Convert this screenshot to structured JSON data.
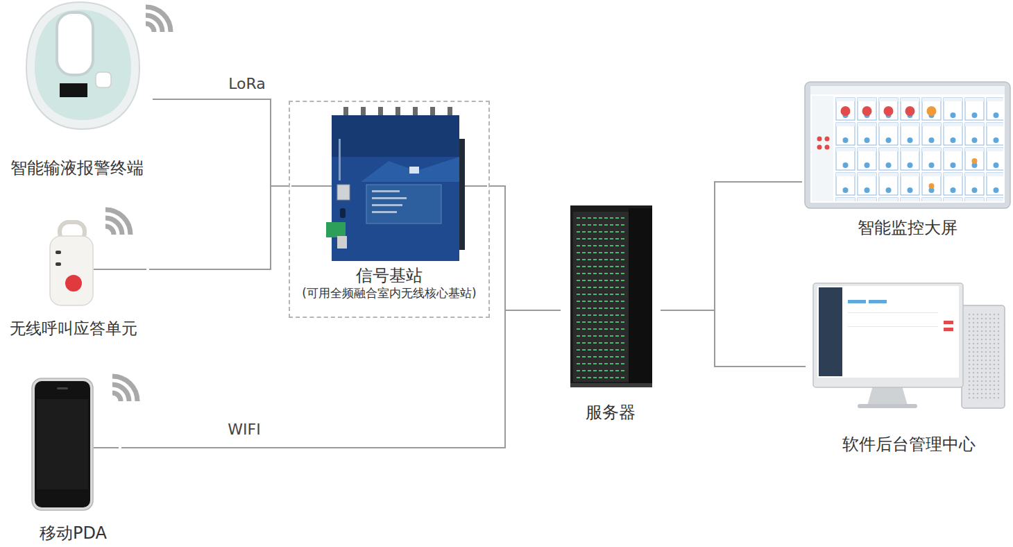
{
  "diagram": {
    "nodes": [
      {
        "text": [
          "智能输液报警终端"
        ]
      },
      {
        "text": [
          "无线呼叫应答单元"
        ]
      },
      {
        "text": [
          "移动PDA"
        ]
      },
      {
        "text": [
          "信号基站",
          "(可用全频融合室内无线核心基站)"
        ]
      },
      {
        "text": [
          "服务器"
        ]
      },
      {
        "text": [
          "智能监控大屏"
        ]
      },
      {
        "text": [
          "软件后台管理中心"
        ]
      }
    ],
    "edges": [
      {
        "from": 0,
        "to": 3,
        "label": "LoRa",
        "arrow": "none"
      },
      {
        "from": 1,
        "to": 3,
        "arrow": "none"
      },
      {
        "from": 2,
        "to": 4,
        "label": "WIFI",
        "arrow": "none"
      },
      {
        "from": 3,
        "to": 4,
        "arrow": "none"
      },
      {
        "from": 4,
        "to": 5,
        "arrow": "none"
      },
      {
        "from": 4,
        "to": 6,
        "arrow": "none"
      }
    ]
  }
}
